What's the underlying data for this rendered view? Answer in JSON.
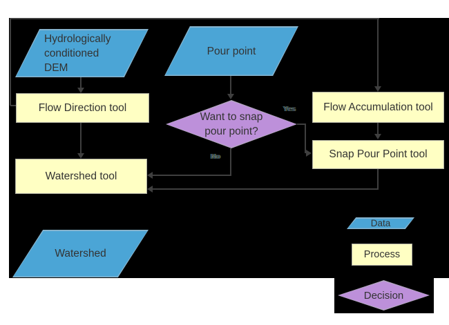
{
  "colors": {
    "page_background": "#ffffff",
    "canvas_background": "#000000",
    "data_shape_fill": "#4ba5d6",
    "process_shape_fill": "#ffffc3",
    "decision_shape_fill": "#bd90da",
    "connector": "#3f3f3f",
    "label_text": "#333333"
  },
  "nodes": {
    "dem": "Hydrologically conditioned DEM",
    "pour_point": "Pour point",
    "flow_direction": "Flow Direction tool",
    "flow_accumulation": "Flow Accumulation tool",
    "snap_pour_point": "Snap Pour Point tool",
    "decision": "Want to snap pour point?",
    "watershed_tool": "Watershed tool",
    "watershed_output": "Watershed"
  },
  "branch_labels": {
    "yes": "Yes",
    "no": "No"
  },
  "legend": {
    "data": "Data",
    "process": "Process",
    "decision": "Decision"
  }
}
